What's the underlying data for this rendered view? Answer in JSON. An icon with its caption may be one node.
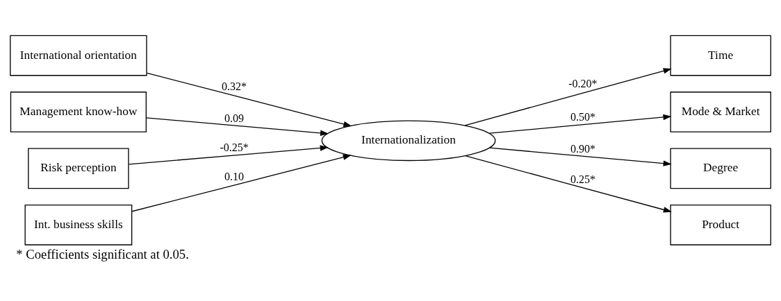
{
  "diagram": {
    "caption": "* Coefficients significant at 0.05.",
    "nodes": [
      {
        "text": [
          "International orientation"
        ]
      },
      {
        "text": [
          "Management know-how"
        ]
      },
      {
        "text": [
          "Risk perception"
        ]
      },
      {
        "text": [
          "Int. business skills"
        ]
      },
      {
        "text": [
          "Internationalization"
        ]
      },
      {
        "text": [
          "Time"
        ]
      },
      {
        "text": [
          "Mode & Market"
        ]
      },
      {
        "text": [
          "Degree"
        ]
      },
      {
        "text": [
          "Product"
        ]
      }
    ],
    "edges": [
      {
        "from": 0,
        "to": 4,
        "arrow": "to",
        "label": "0.32*"
      },
      {
        "from": 1,
        "to": 4,
        "arrow": "to",
        "label": "0.09"
      },
      {
        "from": 2,
        "to": 4,
        "arrow": "to",
        "label": "-0.25*"
      },
      {
        "from": 3,
        "to": 4,
        "arrow": "to",
        "label": "0.10"
      },
      {
        "from": 4,
        "to": 5,
        "arrow": "to",
        "label": "-0.20*"
      },
      {
        "from": 4,
        "to": 6,
        "arrow": "to",
        "label": "0.50*"
      },
      {
        "from": 4,
        "to": 7,
        "arrow": "to",
        "label": "0.90*"
      },
      {
        "from": 4,
        "to": 8,
        "arrow": "to",
        "label": "0.25*"
      }
    ]
  }
}
